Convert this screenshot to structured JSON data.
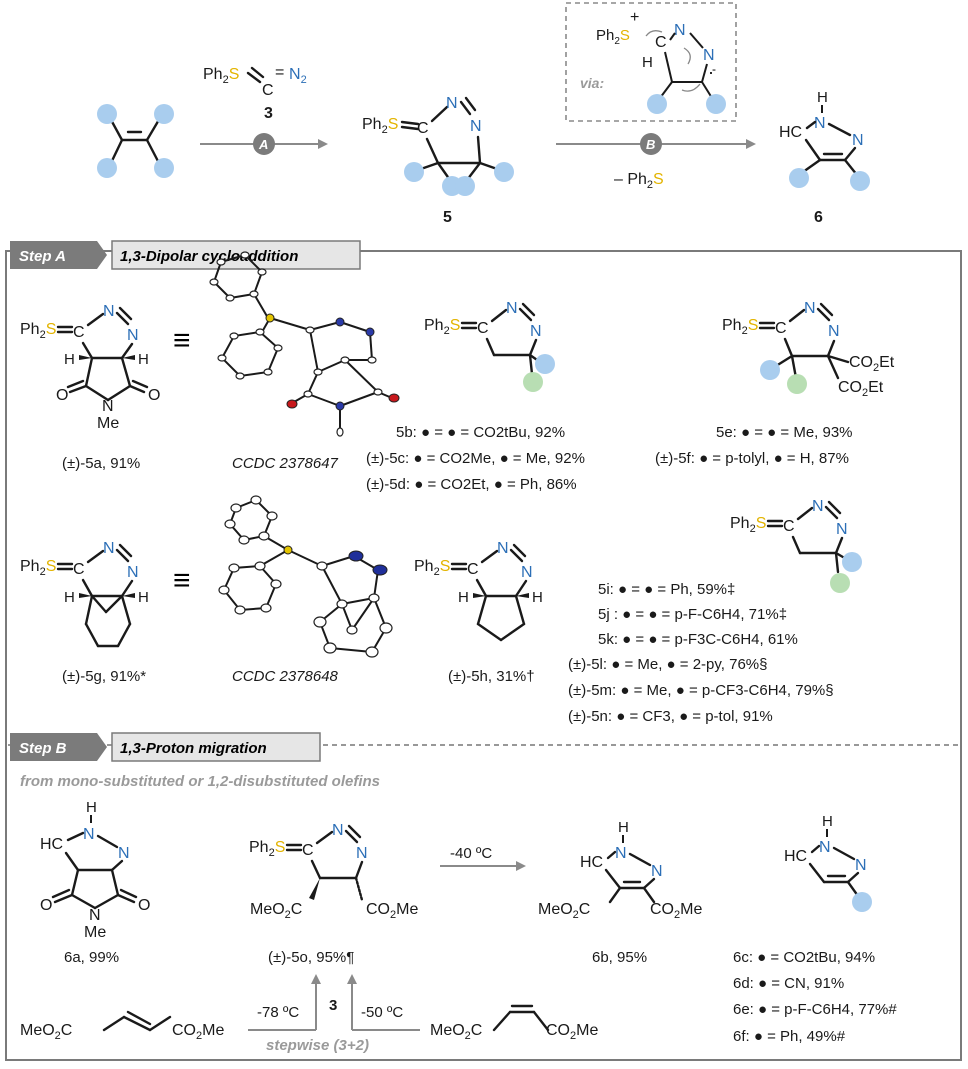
{
  "top": {
    "reagent": "Ph2S=C=N2",
    "reagent_num": "3",
    "step_a_label": "A",
    "step_b_label": "B",
    "intermediate_num": "5",
    "product_num": "6",
    "byproduct": "– Ph2S",
    "via_label": "via:"
  },
  "step_a": {
    "tag": "Step A",
    "title": "1,3-Dipolar cycloaddition",
    "items": {
      "c5a": "(±)-5a, 91%",
      "ccdc1": "CCDC 2378647",
      "c5b": "5b: ● = ● = CO2tBu, 92%",
      "c5c": "(±)-5c: ● = CO2Me, ● = Me, 92%",
      "c5d": "(±)-5d: ● = CO2Et, ● = Ph, 86%",
      "c5e": "5e: ● = ● = Me, 93%",
      "c5f": "(±)-5f: ● = p-tolyl, ● = H, 87%",
      "c5g": "(±)-5g, 91%*",
      "ccdc2": "CCDC 2378648",
      "c5h": "(±)-5h, 31%†",
      "c5i": "5i: ● = ● = Ph, 59%‡",
      "c5j": "5j : ● = ● = p-F-C6H4, 71%‡",
      "c5k": "5k: ● = ● = p-F3C-C6H4, 61%",
      "c5l": "(±)-5l: ● = Me, ● = 2-py, 76%§",
      "c5m": "(±)-5m: ● = Me, ● = p-CF3-C6H4, 79%§",
      "c5n": "(±)-5n: ● = CF3, ● = p-tol, 91%"
    }
  },
  "step_b": {
    "tag": "Step B",
    "title": "1,3-Proton migration",
    "subtitle": "from mono-substituted or 1,2-disubstituted olefins",
    "items": {
      "c6a": "6a, 99%",
      "c5o": "(±)-5o, 95%¶",
      "temp": "-40 ºC",
      "c6b": "6b, 95%",
      "c6c": "6c: ● = CO2tBu, 94%",
      "c6d": "6d: ● = CN, 91%",
      "c6e": "6e: ● = p-F-C6H4, 77%#",
      "c6f": "6f: ● = Ph, 49%#",
      "left_temp": "-78 ºC",
      "mid_num": "3",
      "right_temp": "-50 ºC",
      "stepwise": "stepwise (3+2)"
    }
  },
  "colors": {
    "sulfur": "#e3b400",
    "nitrogen": "#2c6fb7",
    "blue_sub": "#a9cdee",
    "green_sub": "#b8deb3",
    "frame": "#7a7a7a"
  }
}
